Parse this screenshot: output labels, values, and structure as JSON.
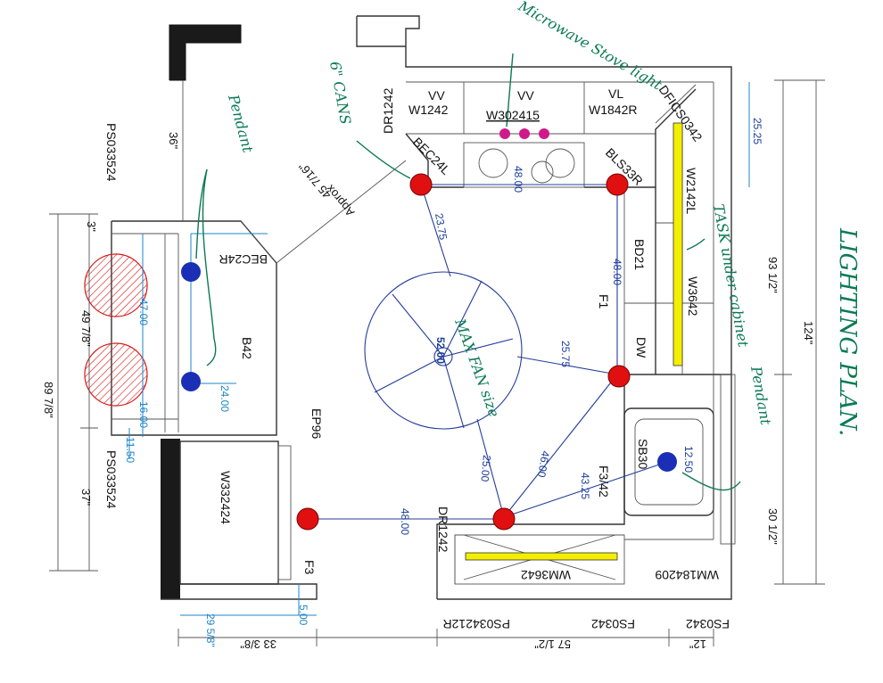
{
  "title": "LIGHTING PLAN.",
  "cabinets": {
    "vv_left": "VV",
    "w1242": "W1242",
    "vv_mid": "VV",
    "w302415": "W302415",
    "vl": "VL",
    "w1842r": "W1842R",
    "dr1242_top": "DR1242",
    "dficso342": "DFICS0342",
    "bec24l": "BEC24L",
    "bls33r": "BLS33R",
    "w2142l": "W2142L",
    "bd21": "BD21",
    "w3642": "W3642",
    "f1": "F1",
    "dw": "DW",
    "sb30": "SB30",
    "f3_42": "F3/42",
    "dr1242_bottom": "DR1242",
    "wm3642": "WM3642",
    "wm184209": "WM184209",
    "ps03524_top": "PS033524",
    "ps03524_bottom": "PS033524",
    "bec24r": "BEC24R",
    "b42": "B42",
    "ep96": "EP96",
    "w332424": "W332424",
    "f3": "F3",
    "ps034212r": "PS034212R",
    "fs0342_a": "FS0342",
    "fs0342_b": "FS0342"
  },
  "dimensions": {
    "d36": "36\"",
    "d3": "3\"",
    "d49": "49 7/8\"",
    "d89": "89 7/8\"",
    "d37": "37\"",
    "d45": "45 7/16\"",
    "approx": "Approx",
    "d93": "93 1/2\"",
    "d124": "124\"",
    "d30": "30 1/2\"",
    "d57": "57 1/2\"",
    "d12": "12\"",
    "d33": "33 3/8\"",
    "d29": "29 5/8\""
  },
  "light_dims": {
    "v25_25": "25.25",
    "v48_top": "48.00",
    "v23_75": "23.75",
    "v48_right": "48.00",
    "v25_75": "25.75",
    "v46": "46.00",
    "v25": "25.00",
    "v43_25": "43.25",
    "v12_50": "12.50",
    "v48_bottom": "48.00",
    "fan_center": "52.00",
    "c47": "47.00",
    "c24": "24.00",
    "c16": "16.00",
    "c11_50": "11.50",
    "c5": "5.00"
  },
  "notes": {
    "cans": "6\" CANS",
    "microwave": "Microwave Stove light",
    "pendant_left": "Pendant",
    "pendant_right": "Pendant",
    "task": "TASK under cabinet",
    "fan": "MAX FAN size"
  },
  "colors": {
    "can_light": "#e01010",
    "pendant_light": "#1a2fb5",
    "microwave_light": "#d01a8a",
    "task_strip": "#f4ee00",
    "annotation": "#0a7a52",
    "dimension_blue": "#1a3c9a",
    "dimension_cyan": "#1c86c8"
  }
}
